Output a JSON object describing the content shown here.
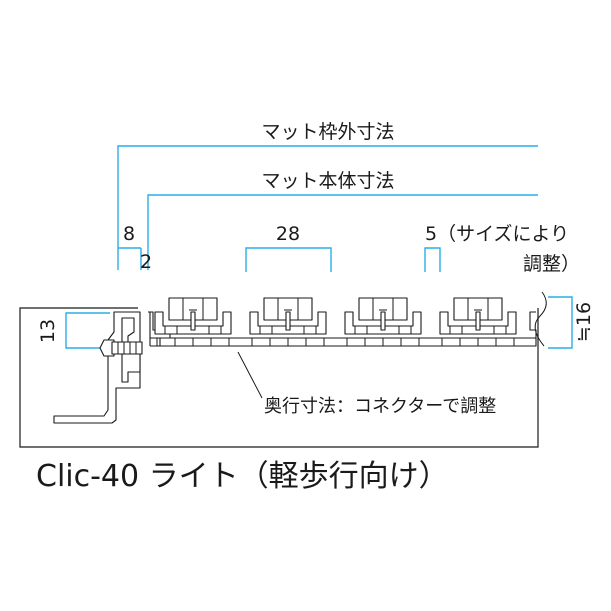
{
  "labels": {
    "frame_outer": "マット枠外寸法",
    "mat_body": "マット本体寸法",
    "dim_8": "8",
    "dim_2": "2",
    "dim_28": "28",
    "dim_5": "5（サイズにより",
    "dim_5_cont": "調整）",
    "dim_13": "13",
    "dim_16": "≒16",
    "depth_note": "奥行寸法：コネクターで調整",
    "product_name": "Clic-40 ライト（軽歩行向け）"
  },
  "colors": {
    "dimension_line": "#2aaee8",
    "outline": "#1a1a1a"
  }
}
